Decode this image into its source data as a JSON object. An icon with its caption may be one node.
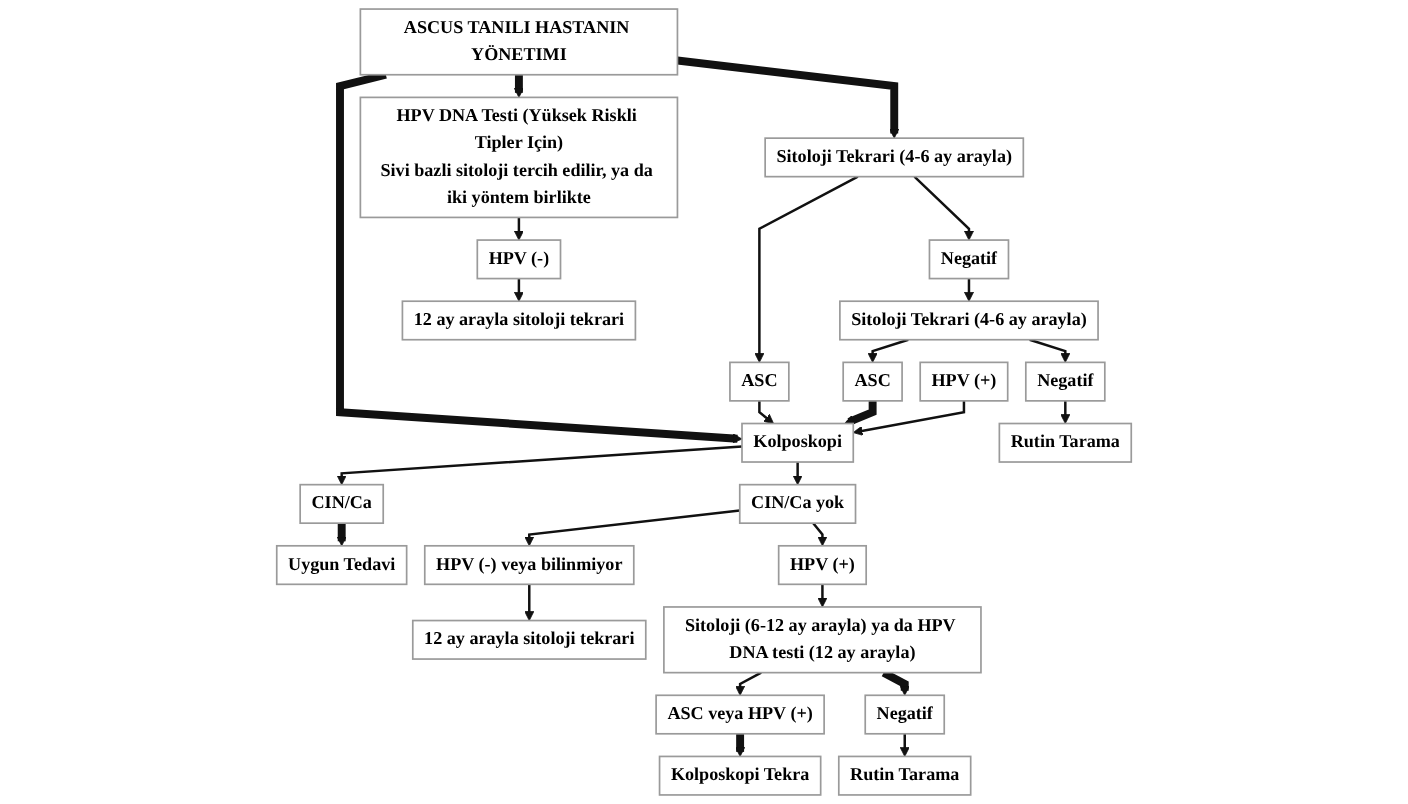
{
  "diagram": {
    "nodes": [
      {
        "text": [
          "ASCUS TANILI HASTANIN YÖNETIMI"
        ]
      },
      {
        "text": [
          "Sitoloji Tekrari (4-6 ay arayla)"
        ]
      },
      {
        "text": [
          "HPV DNA Testi (Yüksek Riskli Tipler Için)",
          "Sivi bazli sitoloji tercih edilir, ya da iki yöntem birlikte"
        ]
      },
      {
        "text": [
          "Negatif"
        ]
      },
      {
        "text": [
          "ASC"
        ]
      },
      {
        "text": [
          "Sitoloji Tekrari (4-6 ay arayla)"
        ]
      },
      {
        "text": [
          "HPV (+)"
        ]
      },
      {
        "text": [
          "HPV (-)"
        ]
      },
      {
        "text": [
          "Negatif"
        ]
      },
      {
        "text": [
          "ASC"
        ]
      },
      {
        "text": [
          "Kolposkopi"
        ]
      },
      {
        "text": [
          "12 ay arayla sitoloji tekrari"
        ]
      },
      {
        "text": [
          "Rutin Tarama"
        ]
      },
      {
        "text": [
          "CIN/Ca yok"
        ]
      },
      {
        "text": [
          "CIN/Ca"
        ]
      },
      {
        "text": [
          "Uygun Tedavi"
        ]
      },
      {
        "text": [
          "HPV (-) veya bilinmiyor"
        ]
      },
      {
        "text": [
          "HPV (+)"
        ]
      },
      {
        "text": [
          "12 ay arayla sitoloji tekrari"
        ]
      },
      {
        "text": [
          "Sitoloji (6-12 ay arayla) ya da HPV DNA testi (12 ay arayla)"
        ]
      },
      {
        "text": [
          "ASC veya HPV (+)"
        ]
      },
      {
        "text": [
          "Kolposkopi Tekra"
        ]
      },
      {
        "text": [
          "Negatif"
        ]
      },
      {
        "text": [
          "Rutin Tarama"
        ]
      }
    ],
    "edges": [
      {
        "from": 0,
        "to": 1,
        "arrow": "to",
        "style": "thick"
      },
      {
        "from": 0,
        "to": 10,
        "arrow": "to",
        "style": "thick"
      },
      {
        "from": 0,
        "to": 2,
        "arrow": "to",
        "style": "thick"
      },
      {
        "from": 1,
        "to": 3,
        "arrow": "to"
      },
      {
        "from": 1,
        "to": 4,
        "arrow": "to"
      },
      {
        "from": 3,
        "to": 5,
        "arrow": "to"
      },
      {
        "from": 4,
        "to": 10,
        "arrow": "to"
      },
      {
        "from": 5,
        "to": 8,
        "arrow": "to"
      },
      {
        "from": 5,
        "to": 9,
        "arrow": "to"
      },
      {
        "from": 9,
        "to": 10,
        "arrow": "to",
        "style": "thick"
      },
      {
        "from": 6,
        "to": 10,
        "arrow": "to"
      },
      {
        "from": 2,
        "to": 7,
        "arrow": "to"
      },
      {
        "from": 7,
        "to": 11,
        "arrow": "to"
      },
      {
        "from": 8,
        "to": 12,
        "arrow": "to"
      },
      {
        "from": 10,
        "to": 13,
        "arrow": "to"
      },
      {
        "from": 10,
        "to": 14,
        "arrow": "to"
      },
      {
        "from": 14,
        "to": 15,
        "arrow": "to",
        "style": "thick"
      },
      {
        "from": 13,
        "to": 16,
        "arrow": "to"
      },
      {
        "from": 13,
        "to": 17,
        "arrow": "to"
      },
      {
        "from": 16,
        "to": 18,
        "arrow": "to"
      },
      {
        "from": 17,
        "to": 19,
        "arrow": "to"
      },
      {
        "from": 19,
        "to": 20,
        "arrow": "to"
      },
      {
        "from": 20,
        "to": 21,
        "arrow": "to",
        "style": "thick"
      },
      {
        "from": 19,
        "to": 22,
        "arrow": "to",
        "style": "thick"
      },
      {
        "from": 22,
        "to": 23,
        "arrow": "to"
      }
    ]
  }
}
